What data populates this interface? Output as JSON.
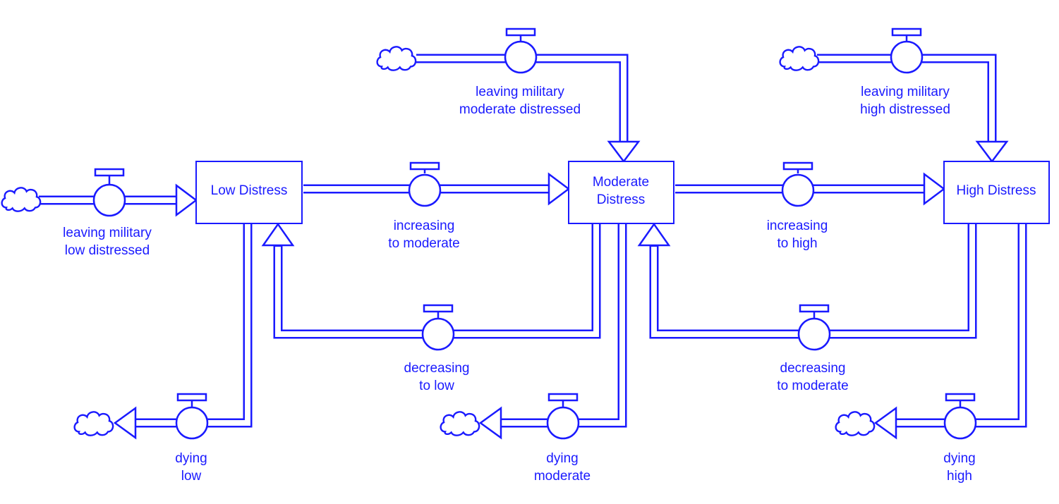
{
  "colors": {
    "ink": "#1a1aff",
    "background": "#ffffff"
  },
  "stocks": {
    "low": {
      "lines": [
        "Low Distress"
      ]
    },
    "moderate": {
      "lines": [
        "Moderate",
        "Distress"
      ]
    },
    "high": {
      "lines": [
        "High Distress"
      ]
    }
  },
  "flows": {
    "leaving_low": {
      "lines": [
        "leaving military",
        "low distressed"
      ]
    },
    "leaving_moderate": {
      "lines": [
        "leaving military",
        "moderate distressed"
      ]
    },
    "leaving_high": {
      "lines": [
        "leaving military",
        "high distressed"
      ]
    },
    "increasing_moderate": {
      "lines": [
        "increasing",
        "to moderate"
      ]
    },
    "increasing_high": {
      "lines": [
        "increasing",
        "to high"
      ]
    },
    "decreasing_low": {
      "lines": [
        "decreasing",
        "to low"
      ]
    },
    "decreasing_moderate": {
      "lines": [
        "decreasing",
        "to moderate"
      ]
    },
    "dying_low": {
      "lines": [
        "dying",
        "low"
      ]
    },
    "dying_moderate": {
      "lines": [
        "dying",
        "moderate"
      ]
    },
    "dying_high": {
      "lines": [
        "dying",
        "high"
      ]
    }
  },
  "icons": {
    "source_sink": "cloud-icon",
    "flow_valve": "valve-icon"
  }
}
